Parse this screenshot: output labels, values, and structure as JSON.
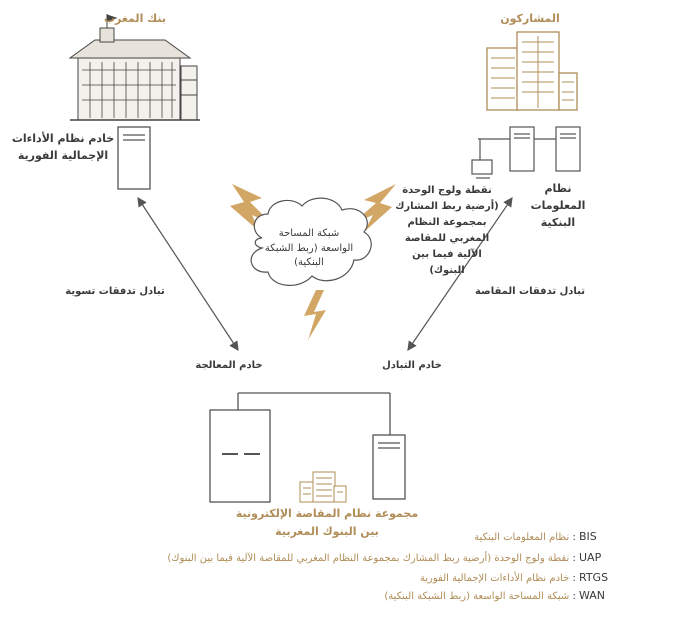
{
  "colors": {
    "gold": "#b08d57",
    "dark": "#3a3a3a",
    "bolt": "#d2a766",
    "line": "#555555"
  },
  "labels": {
    "bank_al_maghrib": "بنك المغرب",
    "participants": "المشاركون",
    "rtgs_server_line1": "خادم نظام الأداءات",
    "rtgs_server_line2": "الإجمالية الفورية",
    "bis_line1": "نظام",
    "bis_line2": "المعلومات",
    "bis_line3": "البنكية",
    "uap_line1": "نقطة ولوج الوحدة",
    "uap_line2": "(أرضية ربط المشارك",
    "uap_line3": "بمجموعة النظام",
    "uap_line4": "المغربي للمقاصة",
    "uap_line5": "الآلية فيما بين",
    "uap_line6": "البنوك)",
    "wan_line1": "شبكة المساحة",
    "wan_line2": "الواسعة (ربط الشبكة",
    "wan_line3": "البنكية)",
    "settlement_flows": "تبادل تدفقات تسوية",
    "clearing_flows": "تبادل تدفقات المقاصة",
    "processing_server": "خادم المعالجة",
    "exchange_server": "خادم التبادل",
    "gsimt_line1": "مجموعة نظام المقاصة الإلكترونية",
    "gsimt_line2": "بين البنوك المغربية"
  },
  "legend": [
    {
      "abbr": "BIS",
      "definition": "نظام المعلومات البنكية"
    },
    {
      "abbr": "UAP",
      "definition": "نقطة ولوج الوحدة (أرضية ربط المشارك بمجموعة النظام المغربي للمقاصة الآلية فيما بين البنوك)"
    },
    {
      "abbr": "RTGS",
      "definition": "خادم نظام الأداءات الإجمالية الفورية"
    },
    {
      "abbr": "WAN",
      "definition": "شبكة المساحة الواسعة (ربط الشبكة البنكية)"
    }
  ]
}
